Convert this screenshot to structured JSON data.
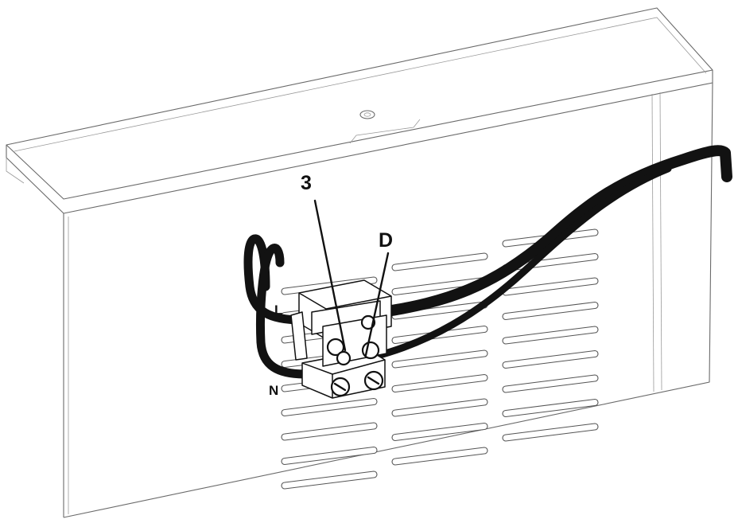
{
  "callouts": {
    "screw_terminal": "3",
    "cover_screw": "D",
    "live_wire": "L",
    "neutral_wire": "N"
  },
  "colors": {
    "line": "#6a6a6a",
    "cable": "#121212",
    "background": "#ffffff"
  }
}
